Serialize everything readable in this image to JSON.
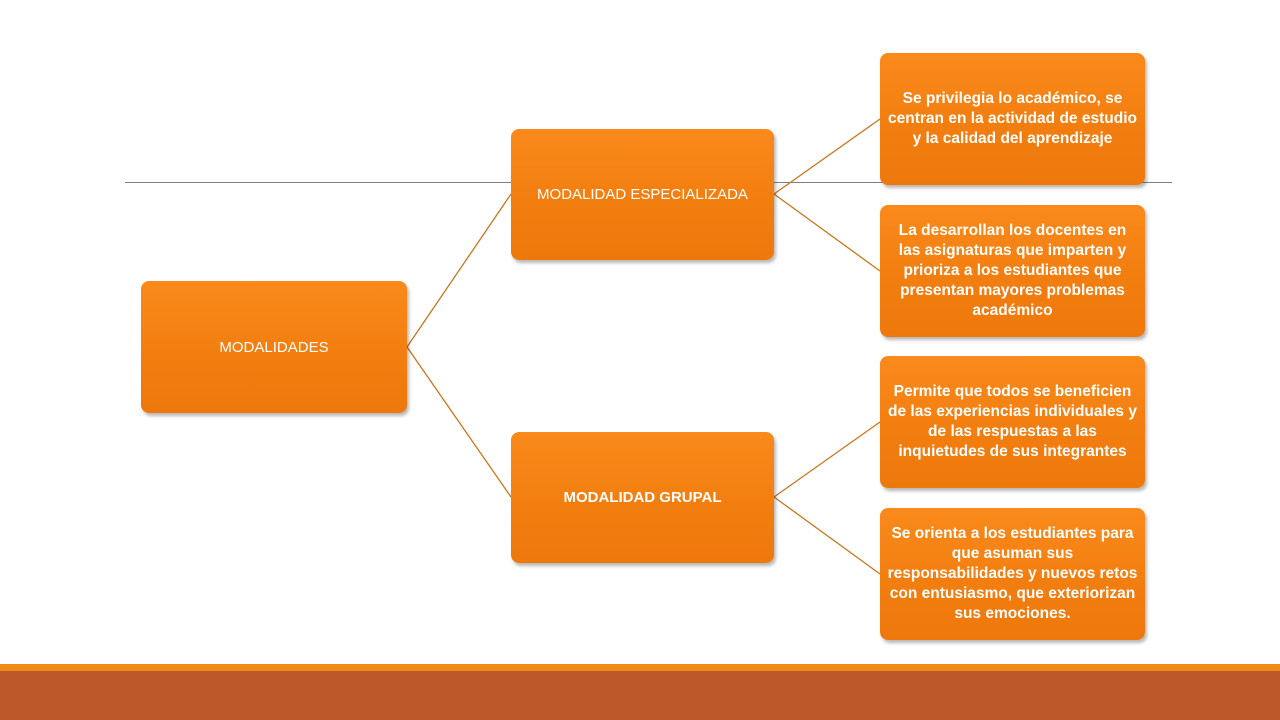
{
  "diagram": {
    "root": {
      "label": "MODALIDADES"
    },
    "branches": [
      {
        "label": "MODALIDAD ESPECIALIZADA",
        "children": [
          "Se privilegia lo académico, se centran en la actividad de estudio y la calidad del aprendizaje",
          "La desarrollan los docentes en las asignaturas que imparten y prioriza a los estudiantes que presentan mayores problemas académico"
        ]
      },
      {
        "label": "MODALIDAD GRUPAL",
        "children": [
          "Permite que todos se beneficien de las experiencias individuales y de las respuestas a las inquietudes de sus integrantes",
          "Se orienta a los estudiantes para que asuman sus responsabilidades y nuevos retos con entusiasmo, que exteriorizan sus emociones."
        ]
      }
    ]
  },
  "colors": {
    "node_fill": "#F4800F",
    "connector": "#C7761F",
    "footer_accent": "#EF8A16",
    "footer_band": "#BC582A",
    "rule": "#7F7F7F"
  }
}
